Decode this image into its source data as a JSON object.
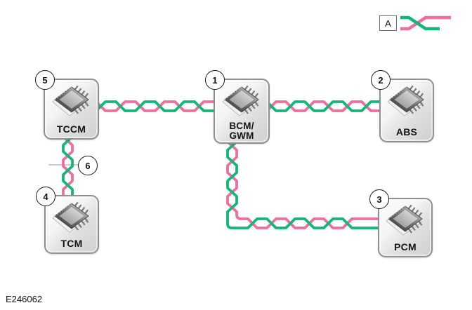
{
  "figure": {
    "code": "E246062"
  },
  "legend": {
    "label": "A"
  },
  "colors": {
    "wire_pink": "#ee6f9d",
    "wire_green": "#12b778",
    "callout_line": "#cbcbcb"
  },
  "nodes": [
    {
      "badge": "5",
      "line1": "TCCM",
      "line2": ""
    },
    {
      "badge": "1",
      "line1": "BCM/",
      "line2": "GWM"
    },
    {
      "badge": "2",
      "line1": "ABS",
      "line2": ""
    },
    {
      "badge": "4",
      "line1": "TCM",
      "line2": ""
    },
    {
      "badge": "3",
      "line1": "PCM",
      "line2": ""
    }
  ],
  "callout": {
    "badge": "6"
  }
}
